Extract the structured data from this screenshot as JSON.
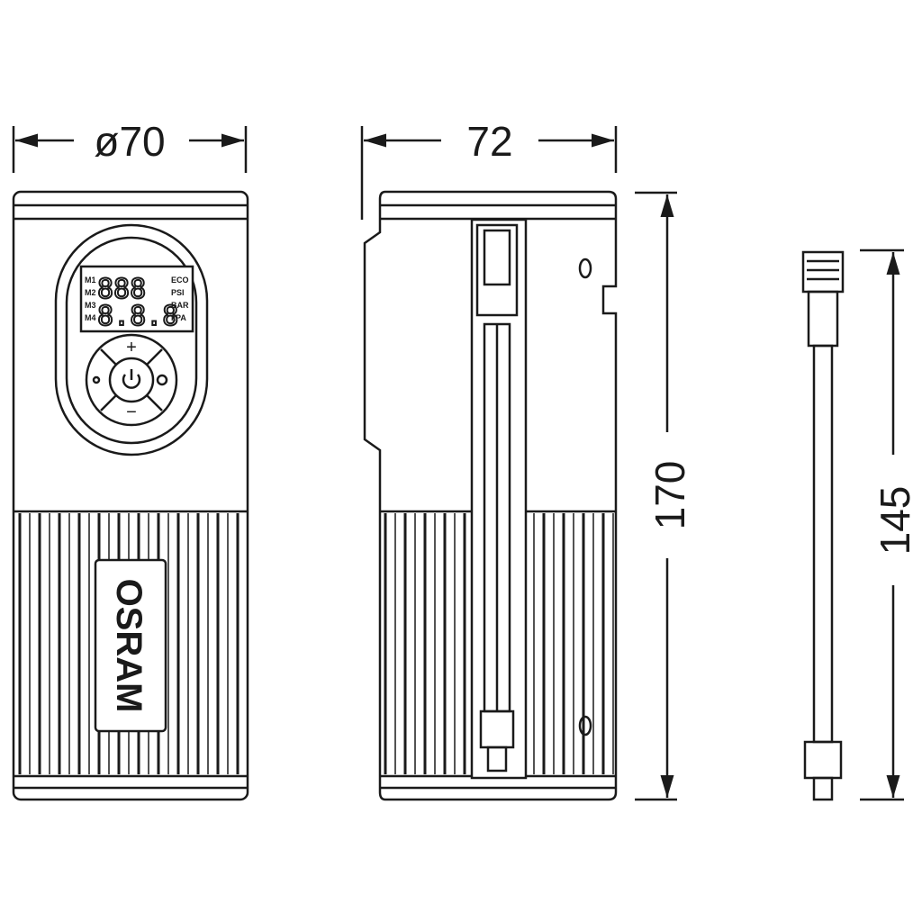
{
  "dimensions": {
    "diameter": "ø70",
    "depth": "72",
    "height": "170",
    "hose_length": "145"
  },
  "display": {
    "digits_top": "888",
    "digits_bottom": "8.8.8",
    "mode_labels": [
      "M1",
      "M2",
      "M3",
      "M4"
    ],
    "unit_labels": [
      "ECO",
      "PSI",
      "BAR",
      "kPA"
    ]
  },
  "buttons": {
    "plus": "+",
    "minus": "−"
  },
  "brand": "OSRAM"
}
